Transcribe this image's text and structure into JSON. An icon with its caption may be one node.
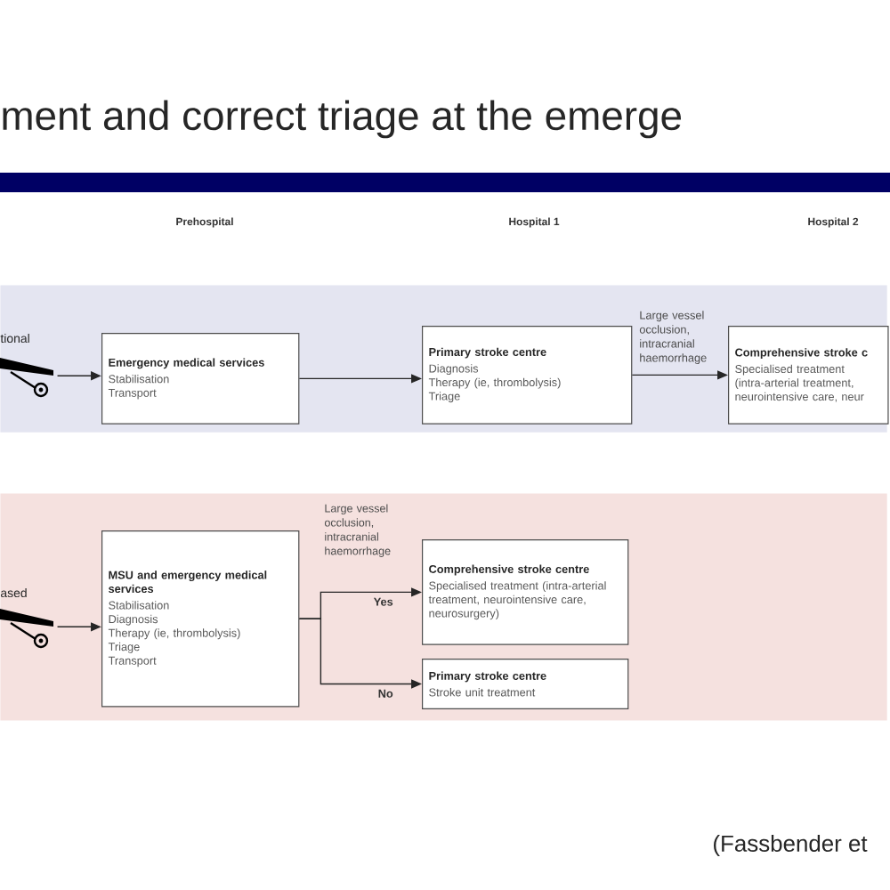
{
  "diagram": {
    "title": "ment and correct triage at the emerge",
    "nodes": [
      {
        "text": [
          "tional"
        ]
      },
      {
        "text": [],
        "shape": "picture",
        "in": 0
      },
      {
        "text": [
          "Emergency medical services",
          "Stabilisation",
          "Transport"
        ],
        "in": 0
      },
      {
        "text": [
          "Primary stroke centre",
          "Diagnosis",
          "Therapy (ie, thrombolysis)",
          "Triage"
        ],
        "in": 0
      },
      {
        "text": [
          "Comprehensive stroke c",
          "Specialised treatment",
          "(intra-arterial treatment,",
          "neurointensive care, neur"
        ],
        "in": 0
      },
      {
        "text": [
          "ased"
        ]
      },
      {
        "text": [],
        "shape": "picture",
        "in": 5
      },
      {
        "text": [
          "MSU and emergency medical services",
          "Stabilisation",
          "Diagnosis",
          "Therapy (ie, thrombolysis)",
          "Triage",
          "Transport"
        ],
        "in": 5
      },
      {
        "text": [
          "Comprehensive stroke centre",
          "Specialised treatment (intra-arterial treatment, neurointensive care, neurosurgery)"
        ],
        "in": 5
      },
      {
        "text": [
          "Primary stroke centre",
          "Stroke unit treatment"
        ],
        "in": 5
      }
    ],
    "edges": [
      {
        "from": 1,
        "to": 2,
        "arrow": "to"
      },
      {
        "from": 2,
        "to": 3,
        "arrow": "to"
      },
      {
        "from": 3,
        "to": 4,
        "arrow": "to",
        "label": "Large vessel occlusion, intracranial haemorrhage"
      },
      {
        "from": 6,
        "to": 7,
        "arrow": "to"
      },
      {
        "from": 7,
        "to": 8,
        "arrow": "to",
        "label": "Yes"
      },
      {
        "from": 7,
        "to": 9,
        "arrow": "to",
        "label": "No"
      }
    ],
    "labels": [
      "Prehospital",
      "Hospital 1",
      "Hospital 2",
      "Large vessel occlusion, intracranial haemorrhage",
      "(Fassbender et"
    ]
  }
}
